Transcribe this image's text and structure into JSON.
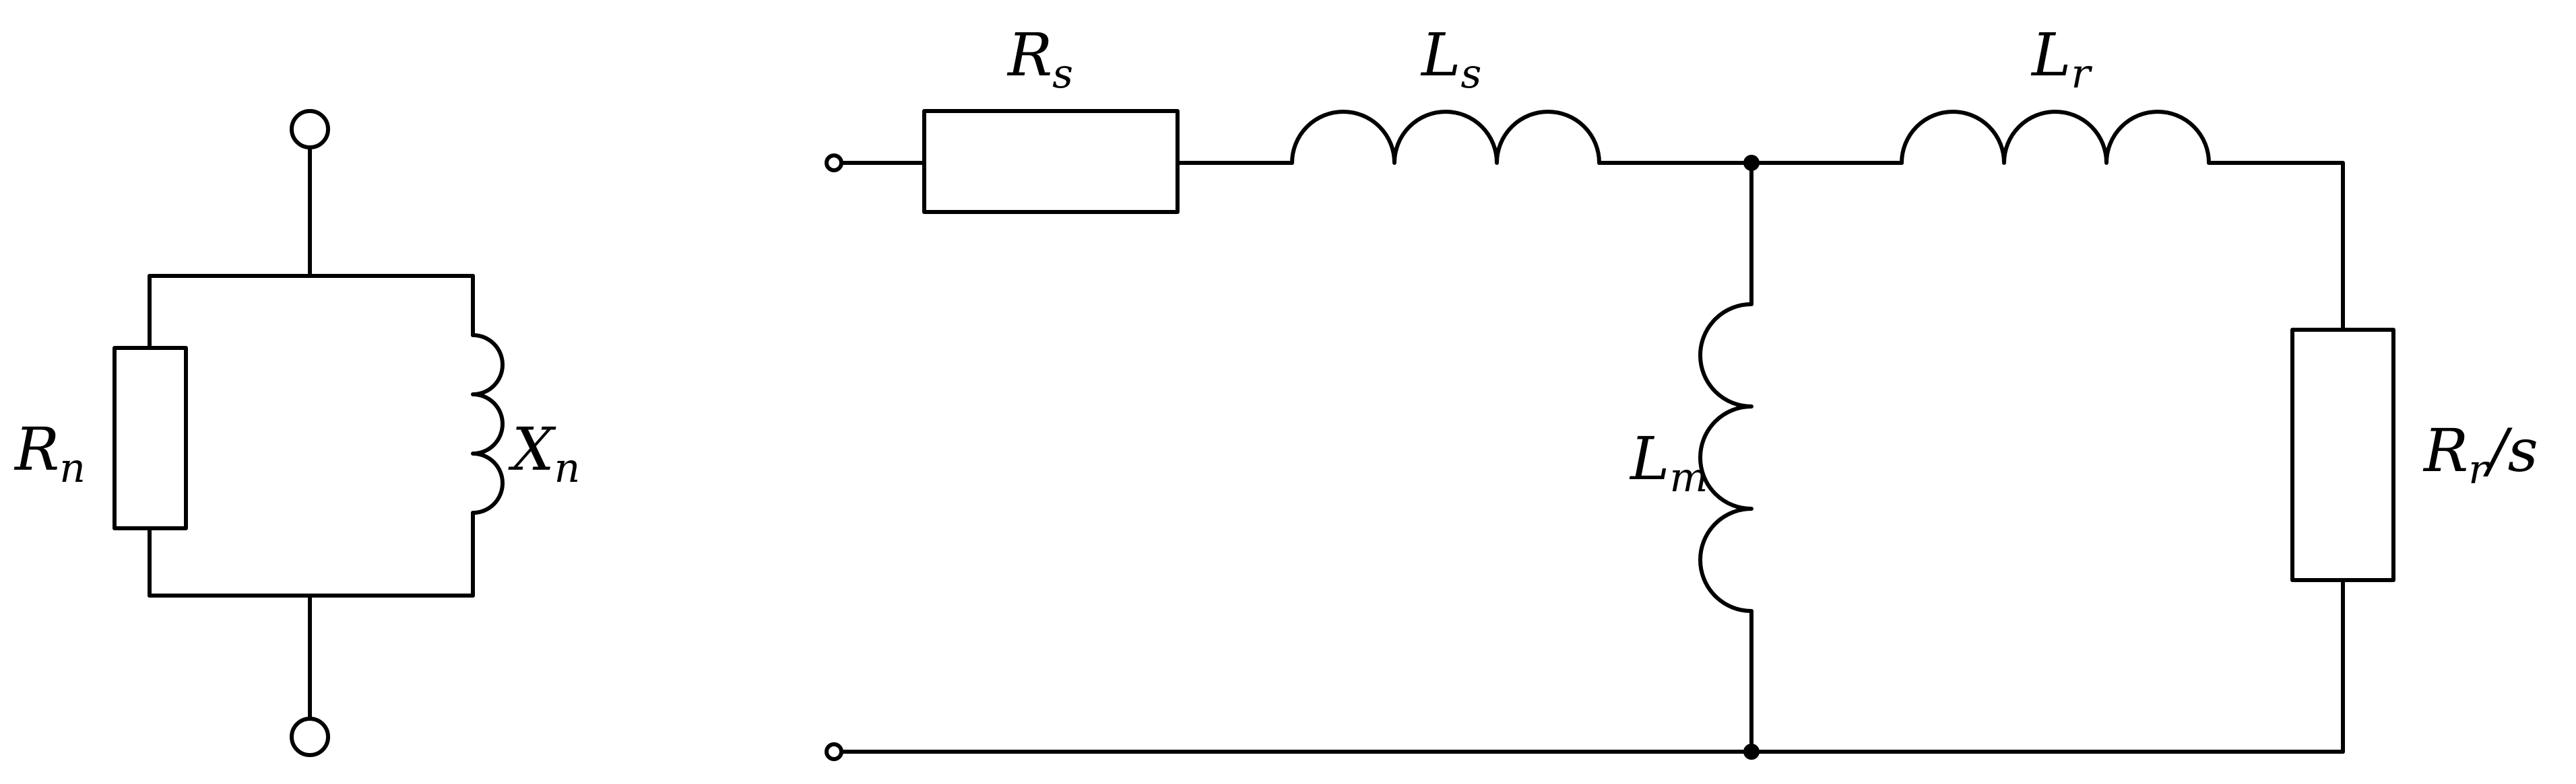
{
  "labels": {
    "rn": {
      "main": "R",
      "sub": "n"
    },
    "xn": {
      "main": "X",
      "sub": "n"
    },
    "rs": {
      "main": "R",
      "sub": "s"
    },
    "ls": {
      "main": "L",
      "sub": "s"
    },
    "lr": {
      "main": "L",
      "sub": "r"
    },
    "lm": {
      "main": "L",
      "sub": "m"
    },
    "rrs": {
      "main": "R",
      "sub": "r",
      "tail": "/s"
    }
  }
}
